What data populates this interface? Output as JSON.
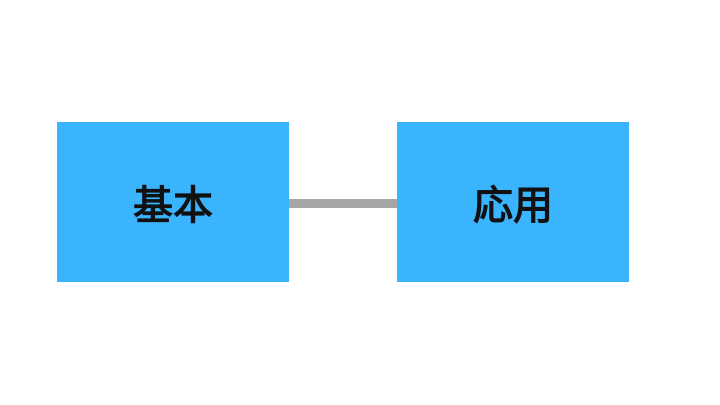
{
  "diagram": {
    "colors": {
      "box_fill": "#3ab4fd",
      "connector": "#a6a6a6",
      "text": "#111111",
      "background": "#ffffff"
    },
    "nodes": [
      {
        "id": "basic",
        "label": "基本"
      },
      {
        "id": "applied",
        "label": "応用"
      }
    ],
    "edges": [
      {
        "from": "basic",
        "to": "applied"
      }
    ]
  }
}
